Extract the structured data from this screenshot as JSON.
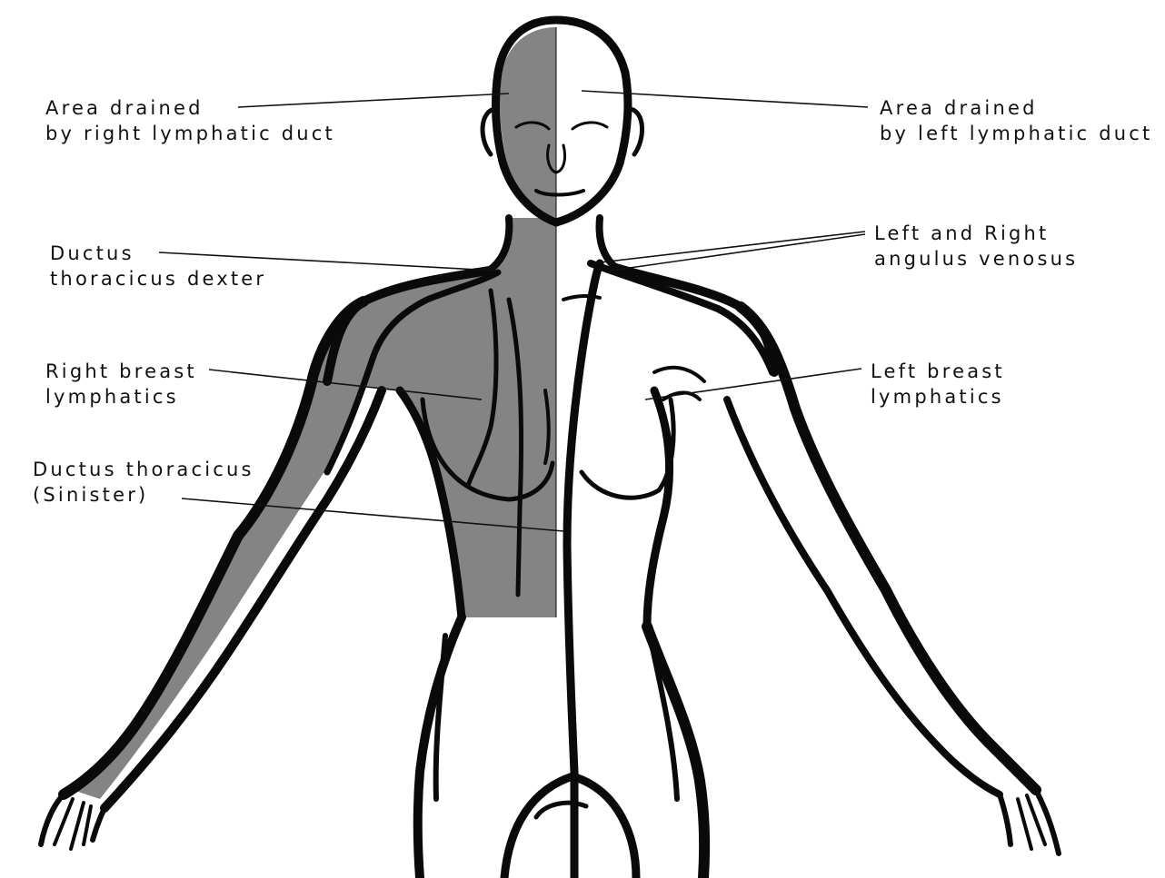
{
  "colors": {
    "background": "#ffffff",
    "shaded_region": "#848484",
    "outline": "#0a0a0a",
    "label_text": "#111111"
  },
  "labels": {
    "area_right": {
      "line1": "Area drained",
      "line2": "by right lymphatic duct"
    },
    "area_left": {
      "line1": "Area drained",
      "line2": "by left lymphatic duct"
    },
    "ductus_dexter": {
      "line1": "Ductus",
      "line2": "thoracicus dexter"
    },
    "angulus": {
      "line1": "Left and Right",
      "line2": "angulus venosus"
    },
    "right_breast": {
      "line1": "Right breast",
      "line2": "lymphatics"
    },
    "left_breast": {
      "line1": "Left breast",
      "line2": "lymphatics"
    },
    "ductus_sinister": {
      "line1": "Ductus thoracicus",
      "line2": "(Sinister)"
    }
  },
  "icons": {
    "figure": "human-body-front-silhouette"
  }
}
